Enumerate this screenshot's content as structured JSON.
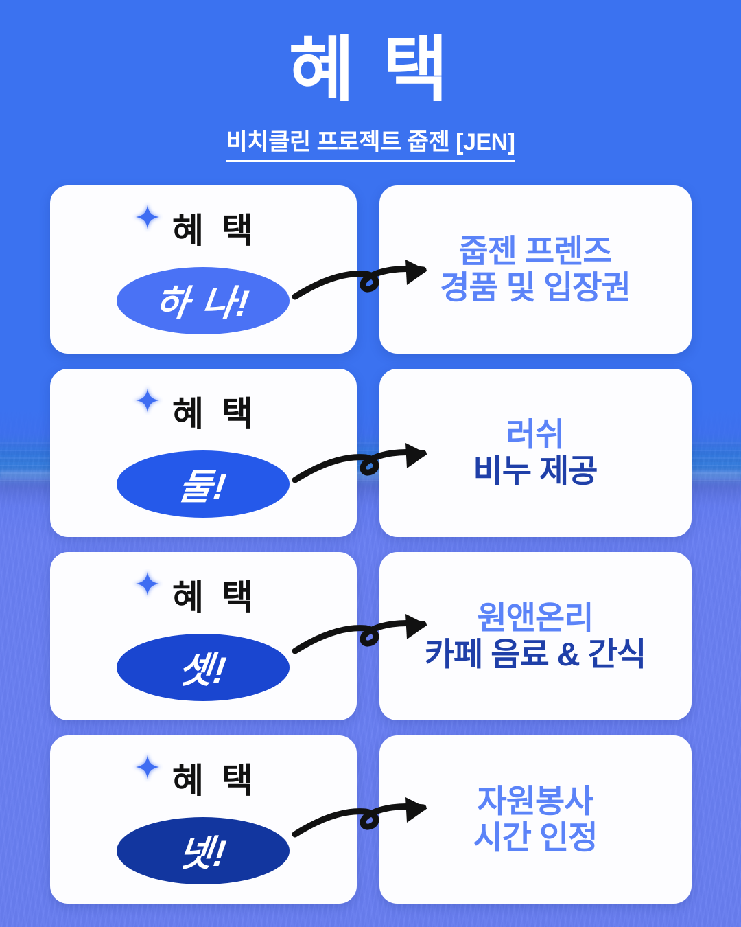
{
  "header": {
    "title": "혜 택",
    "subtitle": "비치클린 프로젝트 줍젠 [JEN]"
  },
  "colors": {
    "background_blue": "#3b72f0",
    "card_white": "#fdfdff",
    "label_black": "#111111",
    "pill_1": "#4a72f5",
    "pill_2": "#2559ea",
    "pill_3": "#1a46d0",
    "pill_4": "#12369f",
    "reward_light_blue": "#5b83f8",
    "reward_navy": "#1f3fa8",
    "arrow_black": "#111111",
    "sparkle_blue": "#3f6df2"
  },
  "benefits": [
    {
      "label": "혜 택",
      "number": "하 나!",
      "pill_color": "#4a72f5",
      "reward_line1": "줍젠 프렌즈",
      "reward_line2": "경품 및 입장권",
      "reward_line1_color": "#5b83f8",
      "reward_line2_color": "#5b83f8",
      "icon": "sparkle-icon",
      "arrow": "curved-arrow-icon"
    },
    {
      "label": "혜 택",
      "number": "둘!",
      "pill_color": "#2559ea",
      "reward_line1": "러쉬",
      "reward_line2": "비누 제공",
      "reward_line1_color": "#5b83f8",
      "reward_line2_color": "#1f3fa8",
      "icon": "sparkle-icon",
      "arrow": "curved-arrow-icon"
    },
    {
      "label": "혜 택",
      "number": "셋!",
      "pill_color": "#1a46d0",
      "reward_line1": "원앤온리",
      "reward_line2": "카페 음료 & 간식",
      "reward_line1_color": "#5b83f8",
      "reward_line2_color": "#1f3fa8",
      "icon": "sparkle-icon",
      "arrow": "curved-arrow-icon"
    },
    {
      "label": "혜 택",
      "number": "넷!",
      "pill_color": "#12369f",
      "reward_line1": "자원봉사",
      "reward_line2": "시간 인정",
      "reward_line1_color": "#5b83f8",
      "reward_line2_color": "#5b83f8",
      "icon": "sparkle-icon",
      "arrow": "curved-arrow-icon"
    }
  ]
}
